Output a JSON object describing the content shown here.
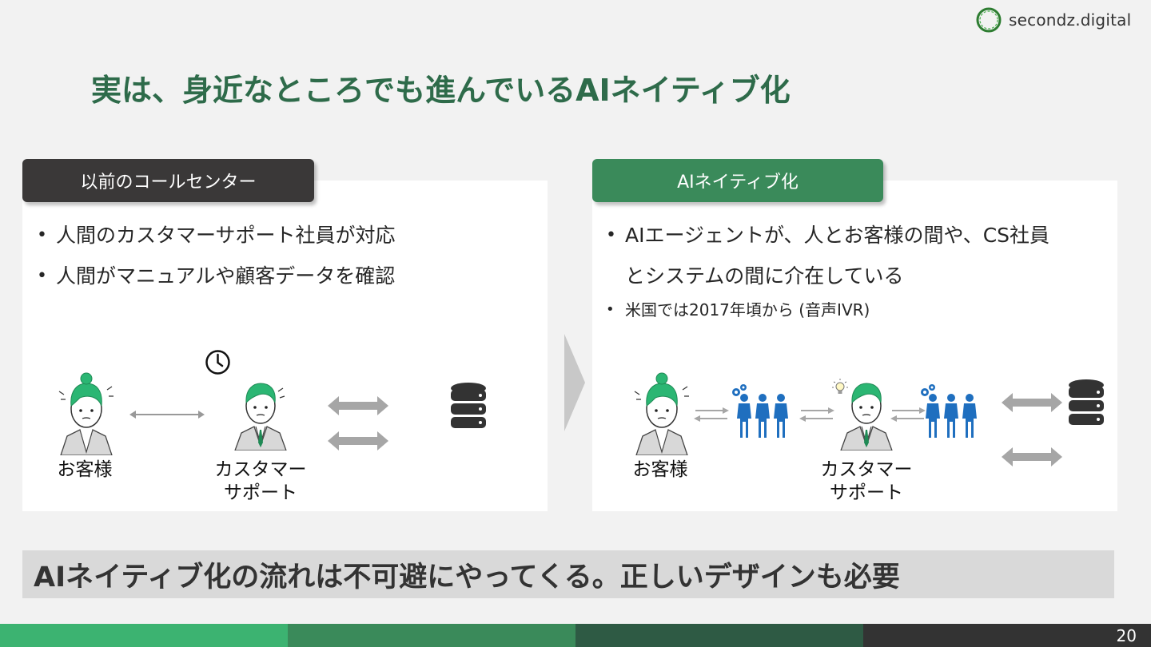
{
  "logo": {
    "text": "secondz.digital"
  },
  "title": "実は、身近なところでも進んでいるAIネイティブ化",
  "left_panel": {
    "tab": "以前のコールセンター",
    "bullets": [
      "人間のカスタマーサポート社員が対応",
      "人間がマニュアルや顧客データを確認"
    ],
    "customer_label": "お客様",
    "support_label_line1": "カスタマー",
    "support_label_line2": "サポート"
  },
  "right_panel": {
    "tab": "AIネイティブ化",
    "bullet_line1": "AIエージェントが、人とお客様の間や、CS社員",
    "bullet_line2": "とシステムの間に介在している",
    "sub_bullet": "米国では2017年頃から (音声IVR)",
    "customer_label": "お客様",
    "support_label_line1": "カスタマー",
    "support_label_line2": "サポート"
  },
  "banner": "AIネイティブ化の流れは不可避にやってくる。正しいデザインも必要",
  "footer": {
    "page_number": "20",
    "colors": [
      "#3cb371",
      "#3a8a5a",
      "#2e5a44",
      "#333333"
    ]
  },
  "colors": {
    "title": "#2e6b4a",
    "tab_left": "#3a3838",
    "tab_right": "#3a8a5a",
    "agent_blue": "#1f6fbf",
    "hair_green": "#2bb673"
  }
}
